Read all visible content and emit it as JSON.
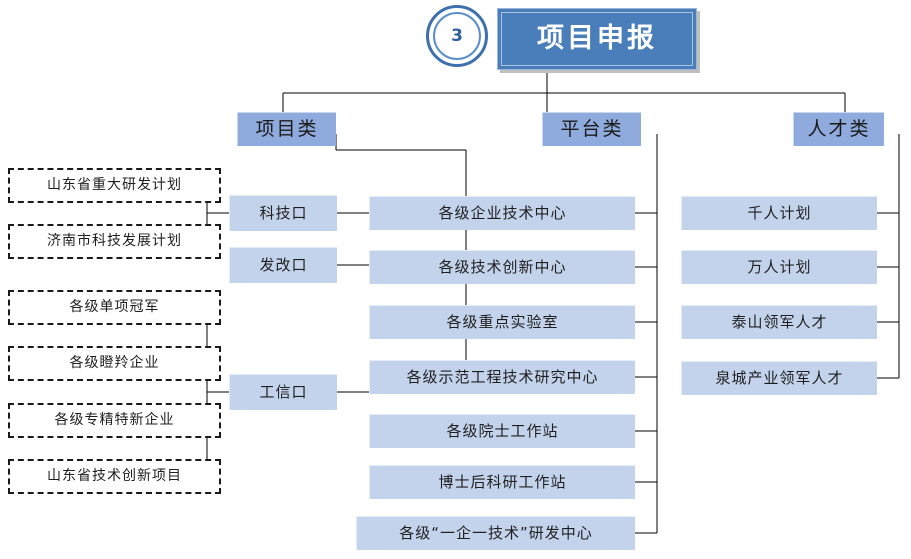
{
  "diagram": {
    "badge": {
      "number": "3",
      "name": "step-badge"
    },
    "title": "项目申报",
    "categories": [
      {
        "id": "project",
        "label": "项目类"
      },
      {
        "id": "platform",
        "label": "平台类"
      },
      {
        "id": "talent",
        "label": "人才类"
      }
    ],
    "departments": [
      {
        "id": "keji",
        "label": "科技口"
      },
      {
        "id": "fagai",
        "label": "发改口"
      },
      {
        "id": "gongxin",
        "label": "工信口"
      }
    ],
    "project_programs": [
      {
        "label": "山东省重大研发计划"
      },
      {
        "label": "济南市科技发展计划"
      },
      {
        "label": "各级单项冠军"
      },
      {
        "label": "各级瞪羚企业"
      },
      {
        "label": "各级专精特新企业"
      },
      {
        "label": "山东省技术创新项目"
      }
    ],
    "platform_items": [
      {
        "label": "各级企业技术中心"
      },
      {
        "label": "各级技术创新中心"
      },
      {
        "label": "各级重点实验室"
      },
      {
        "label": "各级示范工程技术研究中心"
      },
      {
        "label": "各级院士工作站"
      },
      {
        "label": "博士后科研工作站"
      },
      {
        "label": "各级“一企一技术”研发中心"
      }
    ],
    "talent_items": [
      {
        "label": "千人计划"
      },
      {
        "label": "万人计划"
      },
      {
        "label": "泰山领军人才"
      },
      {
        "label": "泉城产业领军人才"
      }
    ],
    "colors": {
      "title_fill": "#4a7ebb",
      "category_fill": "#8faadc",
      "leaf_fill": "#c3d3ec",
      "line": "#000000",
      "badge_ring": "#3e6fae"
    }
  }
}
